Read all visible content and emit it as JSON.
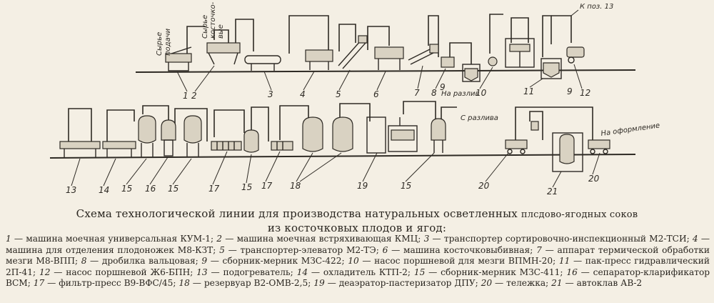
{
  "scheme": {
    "callouts": [
      "1",
      "2",
      "3",
      "4",
      "5",
      "6",
      "7",
      "8",
      "9",
      "10",
      "11",
      "9",
      "12",
      "13",
      "14",
      "15",
      "16",
      "15",
      "17",
      "15",
      "17",
      "18",
      "19",
      "15",
      "20",
      "21",
      "20"
    ],
    "notes": {
      "top_right": "К поз. 13",
      "raw_in_1": "Сырье",
      "raw_in_1b": "подачи",
      "raw_in_2": "Сырье",
      "raw_in_2b": "косточко-",
      "raw_in_2c": "вые",
      "to_bottling_1": "На разлив",
      "from_bottling": "С разлива",
      "to_finishing": "На оформление"
    }
  },
  "caption": {
    "title_line1_a": "Схема технологической линии для производства   натуральных осветленных",
    "title_line1_b": "плсдово-ягодных соков",
    "title_line2": "из косточковых плодов и ягод:"
  },
  "legend": [
    {
      "n": "1",
      "text": "машина моечная универсальная КУМ-1;"
    },
    {
      "n": "2",
      "text": "машина моечная встряхивающая КМЦ;"
    },
    {
      "n": "3",
      "text": "транспортер сортировочно-инспекционный М2-ТСИ;"
    },
    {
      "n": "4",
      "text": "машина для отделения плодоножек М8-КЗТ;"
    },
    {
      "n": "5",
      "text": "транспортер-элеватор М2-ТЭ;"
    },
    {
      "n": "6",
      "text": "машина косточковыбивная;"
    },
    {
      "n": "7",
      "text": "аппарат термической обработки мезги М8-ВПП;"
    },
    {
      "n": "8",
      "text": "дробилка вальцовая;"
    },
    {
      "n": "9",
      "text": "сборник-мерник МЗС-422;"
    },
    {
      "n": "10",
      "text": "насос поршневой для мезги ВПМН-20;"
    },
    {
      "n": "11",
      "text": "пак-пресс гидравлический 2П-41;"
    },
    {
      "n": "12",
      "text": "насос поршневой Ж6-БПН;"
    },
    {
      "n": "13",
      "text": "подогреватель;"
    },
    {
      "n": "14",
      "text": "охладитель КТП-2;"
    },
    {
      "n": "15",
      "text": "сборник-мерник МЗС-411;"
    },
    {
      "n": "16",
      "text": "сепаратор-кларификатор ВСМ;"
    },
    {
      "n": "17",
      "text": "фильтр-пресс В9-ВФС/45;"
    },
    {
      "n": "18",
      "text": "резервуар В2-ОМВ-2,5;"
    },
    {
      "n": "19",
      "text": "деаэратор-пастеризатор ДПУ;"
    },
    {
      "n": "20",
      "text": "тележка;"
    },
    {
      "n": "21",
      "text": "автоклав АВ-2"
    }
  ]
}
